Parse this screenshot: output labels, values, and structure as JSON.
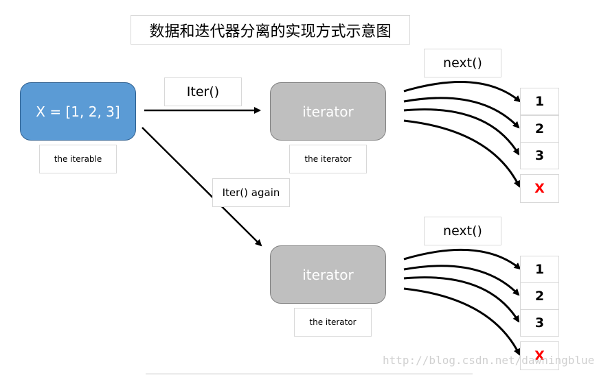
{
  "title": "数据和迭代器分离的实现方式示意图",
  "iterable": {
    "label": "X = [1, 2, 3]",
    "caption": "the iterable"
  },
  "iter_call": "Iter()",
  "iter_again": "Iter() again",
  "iterators": [
    {
      "label": "iterator",
      "caption": "the iterator",
      "next": "next()",
      "outputs": [
        "1",
        "2",
        "3",
        "X"
      ]
    },
    {
      "label": "iterator",
      "caption": "the iterator",
      "next": "next()",
      "outputs": [
        "1",
        "2",
        "3",
        "X"
      ]
    }
  ],
  "colors": {
    "iterable": "#5b9bd5",
    "iterator": "#bfbfbf",
    "stop": "#ff0000"
  },
  "watermark": "http://blog.csdn.net/dawningblue"
}
